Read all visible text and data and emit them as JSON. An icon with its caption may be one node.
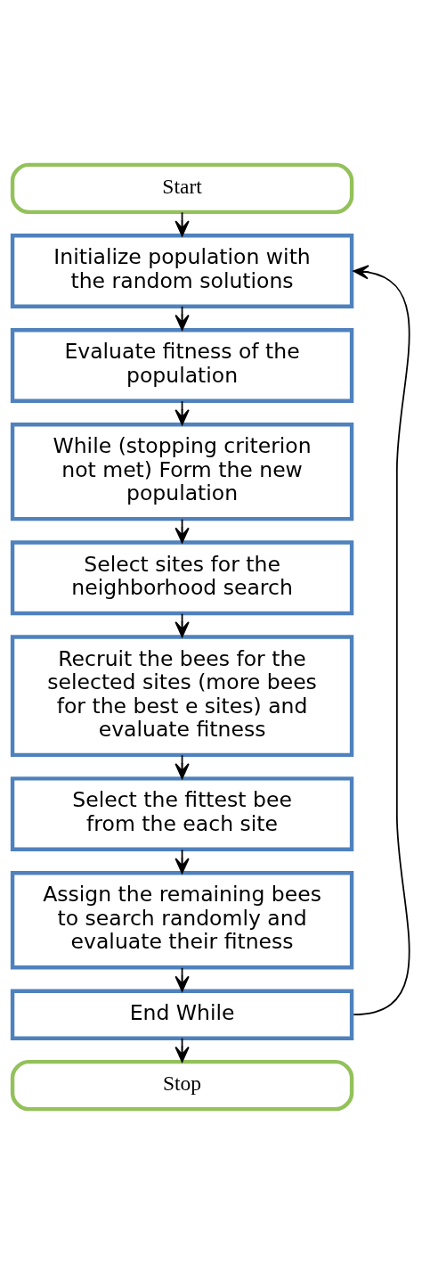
{
  "diagram": {
    "nodes": [
      {
        "text": [
          "Start"
        ]
      },
      {
        "text": [
          "Initialize population with the random solutions"
        ]
      },
      {
        "text": [
          "Evaluate fitness of the population"
        ]
      },
      {
        "text": [
          "While (stopping criterion not met) Form the new population"
        ]
      },
      {
        "text": [
          "Select sites for the neighborhood search"
        ]
      },
      {
        "text": [
          "Recruit the bees for the selected sites (more bees for the best e sites) and evaluate fitness"
        ]
      },
      {
        "text": [
          "Select the fittest bee from the each site"
        ]
      },
      {
        "text": [
          "Assign the remaining bees to search randomly and evaluate their fitness"
        ]
      },
      {
        "text": [
          "End While"
        ]
      },
      {
        "text": [
          "Stop"
        ]
      }
    ],
    "edges": [
      {
        "from": 0,
        "to": 1,
        "arrow": "to"
      },
      {
        "from": 1,
        "to": 2,
        "arrow": "to"
      },
      {
        "from": 2,
        "to": 3,
        "arrow": "to"
      },
      {
        "from": 3,
        "to": 4,
        "arrow": "to"
      },
      {
        "from": 4,
        "to": 5,
        "arrow": "to"
      },
      {
        "from": 5,
        "to": 6,
        "arrow": "to"
      },
      {
        "from": 6,
        "to": 7,
        "arrow": "to"
      },
      {
        "from": 7,
        "to": 8,
        "arrow": "to"
      },
      {
        "from": 8,
        "to": 9,
        "arrow": "to"
      },
      {
        "from": 8,
        "to": 1,
        "arrow": "to"
      }
    ]
  }
}
